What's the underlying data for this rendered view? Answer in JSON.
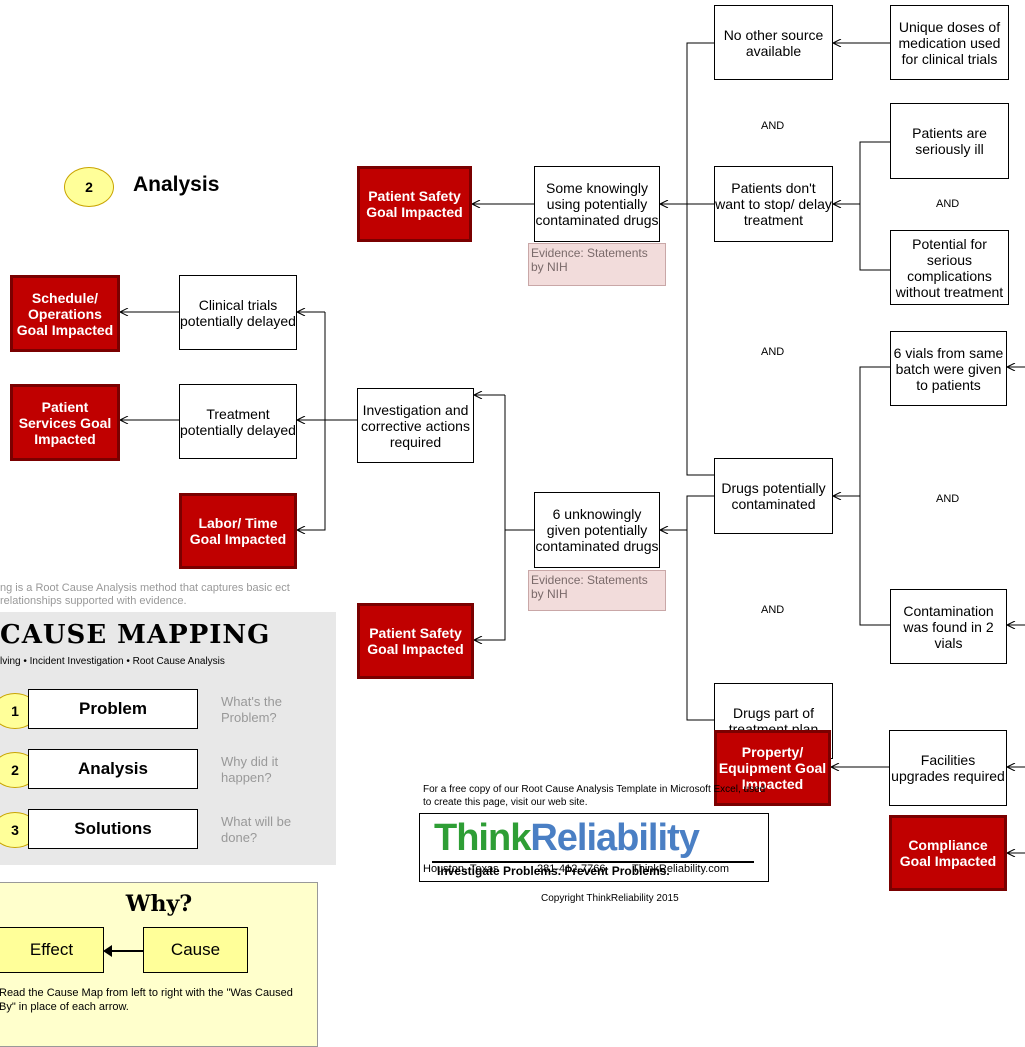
{
  "section": {
    "number": "2",
    "title": "Analysis"
  },
  "nodes": {
    "no_other_source": "No other source available",
    "unique_doses": "Unique doses of medication used for clinical trials",
    "patients_ill": "Patients are seriously ill",
    "patients_dont_want": "Patients don't want to stop/ delay treatment",
    "potential_complications": "Potential for serious complications without treatment",
    "some_knowingly": "Some knowingly using potentially contaminated drugs",
    "six_vials": "6 vials from same batch were given to patients",
    "drugs_contaminated": "Drugs potentially contaminated",
    "contamination_found": "Contamination was found in 2 vials",
    "six_unknowingly": "6 unknowingly given potentially contaminated drugs",
    "drugs_part_plan": "Drugs part of treatment plan",
    "investigation": "Investigation and corrective actions required",
    "clinical_trials_delayed": "Clinical trials potentially delayed",
    "treatment_delayed": "Treatment potentially delayed",
    "facilities_upgrades": "Facilities upgrades required"
  },
  "goals": {
    "patient_safety_1": "Patient Safety Goal Impacted",
    "patient_safety_2": "Patient Safety Goal Impacted",
    "schedule": "Schedule/ Operations Goal Impacted",
    "patient_services": "Patient Services Goal Impacted",
    "labor_time": "Labor/ Time Goal Impacted",
    "compliance": "Compliance Goal Impacted",
    "property": "Property/ Equipment Goal Impacted"
  },
  "evidence": {
    "e1": "Evidence: Statements by NIH",
    "e2": "Evidence: Statements by NIH"
  },
  "and_label": "AND",
  "legend": {
    "intro": "ng is a Root Cause Analysis method that captures basic ect relationships supported with evidence.",
    "title": "CAUSE MAPPING",
    "subtitle": "lving • Incident Investigation • Root Cause Analysis",
    "steps": [
      {
        "num": "1",
        "label": "Problem",
        "question": "What's the Problem?"
      },
      {
        "num": "2",
        "label": "Analysis",
        "question": "Why did it happen?"
      },
      {
        "num": "3",
        "label": "Solutions",
        "question": "What will be done?"
      }
    ]
  },
  "why_box": {
    "title": "Why?",
    "effect": "Effect",
    "cause": "Cause",
    "note": "Read the Cause Map from left to right with the \"Was Caused By\" in place of each arrow."
  },
  "promo": {
    "line": "For a free copy of our Root Cause Analysis Template in Microsoft Excel, used to create this page, visit our web site.",
    "logo_think": "Think",
    "logo_reliability": "Reliability",
    "tagline": "Investigate Problems. Prevent Problems.",
    "city": "Houston, Texas",
    "phone": "281-412-7766",
    "site": "ThinkReliability.com",
    "copyright": "Copyright ThinkReliability 2015"
  }
}
